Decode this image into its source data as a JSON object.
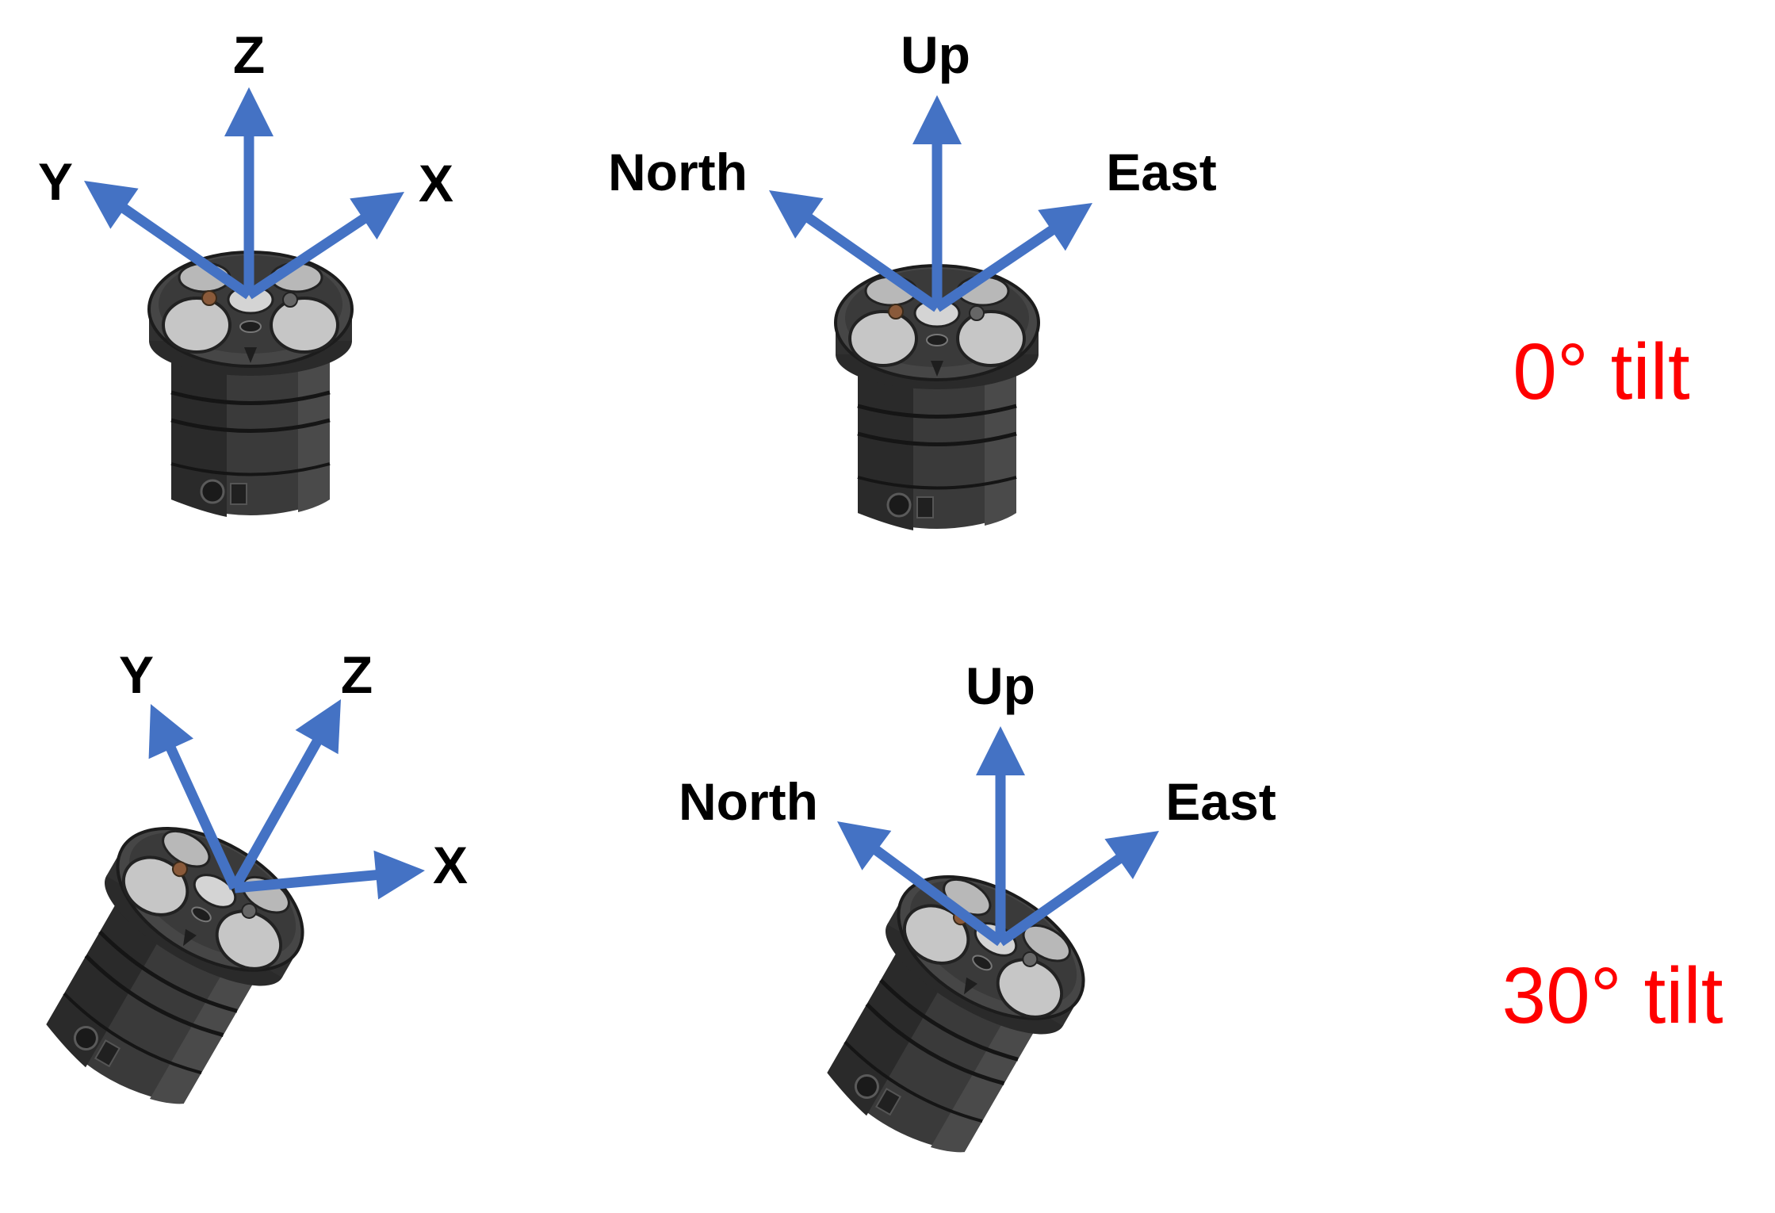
{
  "colors": {
    "arrow": "#4472C4",
    "tilt_text": "#FF0000",
    "label_text": "#000000",
    "device_body": "#3d3d3d",
    "device_dark": "#262626",
    "transducer_face": "#c4c4c4",
    "accent_copper": "#8a5a3a"
  },
  "panels": {
    "upright_instrument": {
      "axes": {
        "z": "Z",
        "y": "Y",
        "x": "X"
      }
    },
    "upright_earth": {
      "axes": {
        "up": "Up",
        "north": "North",
        "east": "East"
      }
    },
    "tilted_instrument": {
      "axes": {
        "y": "Y",
        "z": "Z",
        "x": "X"
      }
    },
    "tilted_earth": {
      "axes": {
        "up": "Up",
        "north": "North",
        "east": "East"
      }
    }
  },
  "rows": {
    "top": {
      "tilt_label": "0° tilt",
      "tilt_deg": 0
    },
    "bottom": {
      "tilt_label": "30° tilt",
      "tilt_deg": 30
    }
  }
}
